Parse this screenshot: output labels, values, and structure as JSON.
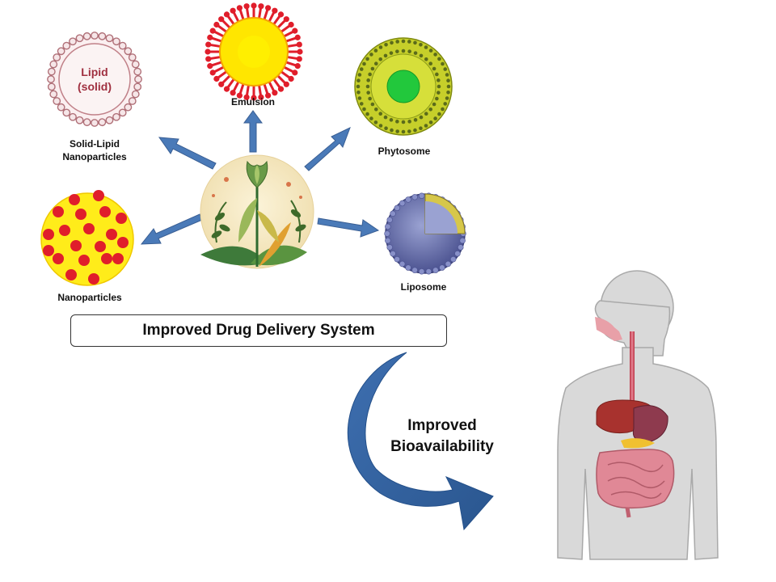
{
  "central_label": "Improved Drug Delivery System",
  "outcome_label": {
    "line1": "Improved",
    "line2": "Bioavailability"
  },
  "carriers": {
    "solid_lipid": {
      "name_line1": "Solid-Lipid",
      "name_line2": "Nanoparticles",
      "inner_line1": "Lipid",
      "inner_line2": "(solid)"
    },
    "emulsion": {
      "name": "Emulsion"
    },
    "phytosome": {
      "name": "Phytosome"
    },
    "nanoparticles": {
      "name": "Nanoparticles"
    },
    "liposome": {
      "name": "Liposome"
    }
  },
  "colors": {
    "arrow": "#4a7ab8",
    "curved_arrow": "#2f5f9e",
    "emulsion_red": "#e01e2b",
    "emulsion_core": "#ffe600",
    "phytosome_ring": "#b5c21a",
    "phytosome_core": "#22c83c",
    "nanoparticle_bg": "#ffec1a",
    "nanoparticle_dot": "#e01e2b",
    "lipid_outline": "#b07078",
    "lipid_text": "#a03040",
    "liposome": "#6b74a8",
    "body_skin": "#d9d9d9",
    "organ_liver": "#a8322e",
    "organ_stomach": "#8e3a4e",
    "intestine": "#e08896"
  },
  "icons": [
    "plant-herb-icon",
    "human-digestive-system-icon"
  ]
}
